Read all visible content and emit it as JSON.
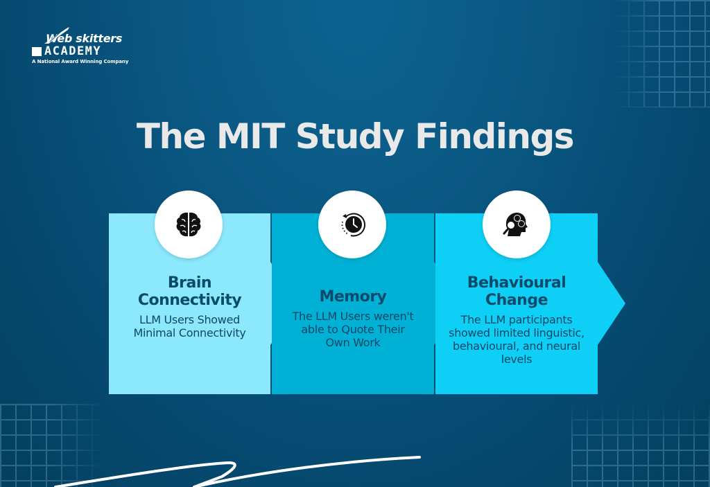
{
  "brand": {
    "name_line1": "Web skitters",
    "name_line2": "ACADEMY",
    "tagline": "A National Award Winning Company"
  },
  "title": "The MIT Study Findings",
  "findings": [
    {
      "icon": "brain-icon",
      "heading_line1": "Brain",
      "heading_line2": "Connectivity",
      "description": "LLM Users Showed Minimal Connectivity",
      "color": "#8be8fd"
    },
    {
      "icon": "clock-history-icon",
      "heading_line1": "Memory",
      "heading_line2": "",
      "description": "The LLM Users weren't able to Quote Their Own Work",
      "color": "#01b1d5"
    },
    {
      "icon": "head-emotions-magnifier-icon",
      "heading_line1": "Behavioural",
      "heading_line2": "Change",
      "description": "The LLM participants showed limited linguistic, behavioural, and neural levels",
      "color": "#0ecff5"
    }
  ],
  "colors": {
    "background": "#064b73",
    "title": "#e9e9e9",
    "panel_text": "#0a4a6b"
  }
}
